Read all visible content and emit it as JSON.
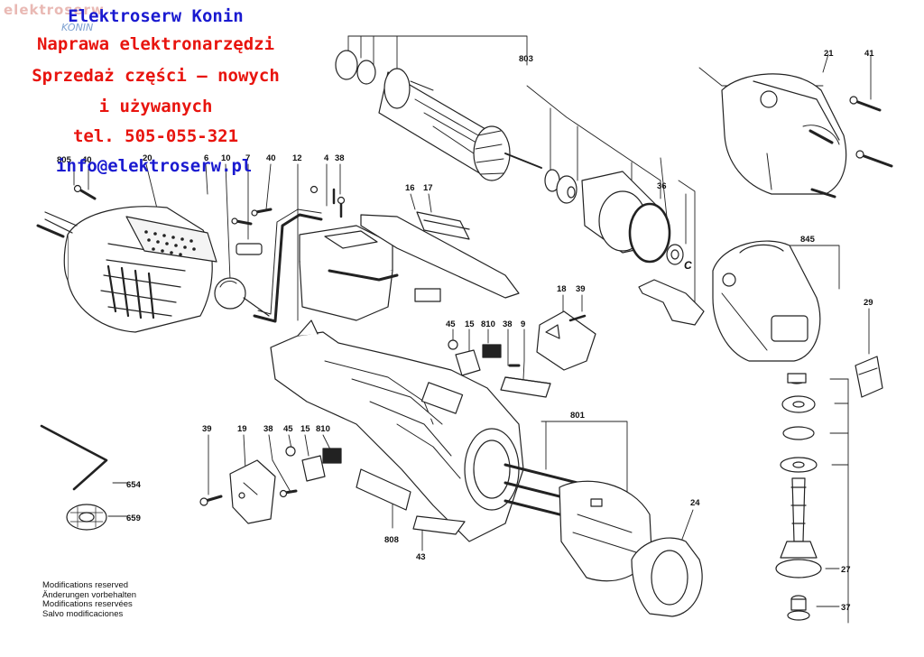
{
  "ad": {
    "watermark": "elektroserw",
    "watermark_sub": "KONIN",
    "title": "Elektroserw Konin",
    "line1": "Naprawa elektronarzędzi",
    "line2": "Sprzedaż części – nowych",
    "line3": "i używanych",
    "phone": "tel. 505-055-321",
    "email": "info@elektroserw.pl"
  },
  "part_labels": [
    {
      "text": "805"
    },
    {
      "text": "40"
    },
    {
      "text": "20"
    },
    {
      "text": "6"
    },
    {
      "text": "10"
    },
    {
      "text": "7"
    },
    {
      "text": "40"
    },
    {
      "text": "12"
    },
    {
      "text": "4"
    },
    {
      "text": "38"
    },
    {
      "text": "803"
    },
    {
      "text": "21"
    },
    {
      "text": "41"
    },
    {
      "text": "16"
    },
    {
      "text": "17"
    },
    {
      "text": "36"
    },
    {
      "text": "C"
    },
    {
      "text": "845"
    },
    {
      "text": "18"
    },
    {
      "text": "39"
    },
    {
      "text": "29"
    },
    {
      "text": "45"
    },
    {
      "text": "15"
    },
    {
      "text": "810"
    },
    {
      "text": "38"
    },
    {
      "text": "9"
    },
    {
      "text": "801"
    },
    {
      "text": "39"
    },
    {
      "text": "19"
    },
    {
      "text": "38"
    },
    {
      "text": "45"
    },
    {
      "text": "15"
    },
    {
      "text": "810"
    },
    {
      "text": "654"
    },
    {
      "text": "659"
    },
    {
      "text": "808"
    },
    {
      "text": "43"
    },
    {
      "text": "24"
    },
    {
      "text": "27"
    },
    {
      "text": "37"
    }
  ],
  "modifications": [
    "Modifications reserved",
    "Änderungen vorbehalten",
    "Modifications reservées",
    "Salvo modificaciones"
  ]
}
